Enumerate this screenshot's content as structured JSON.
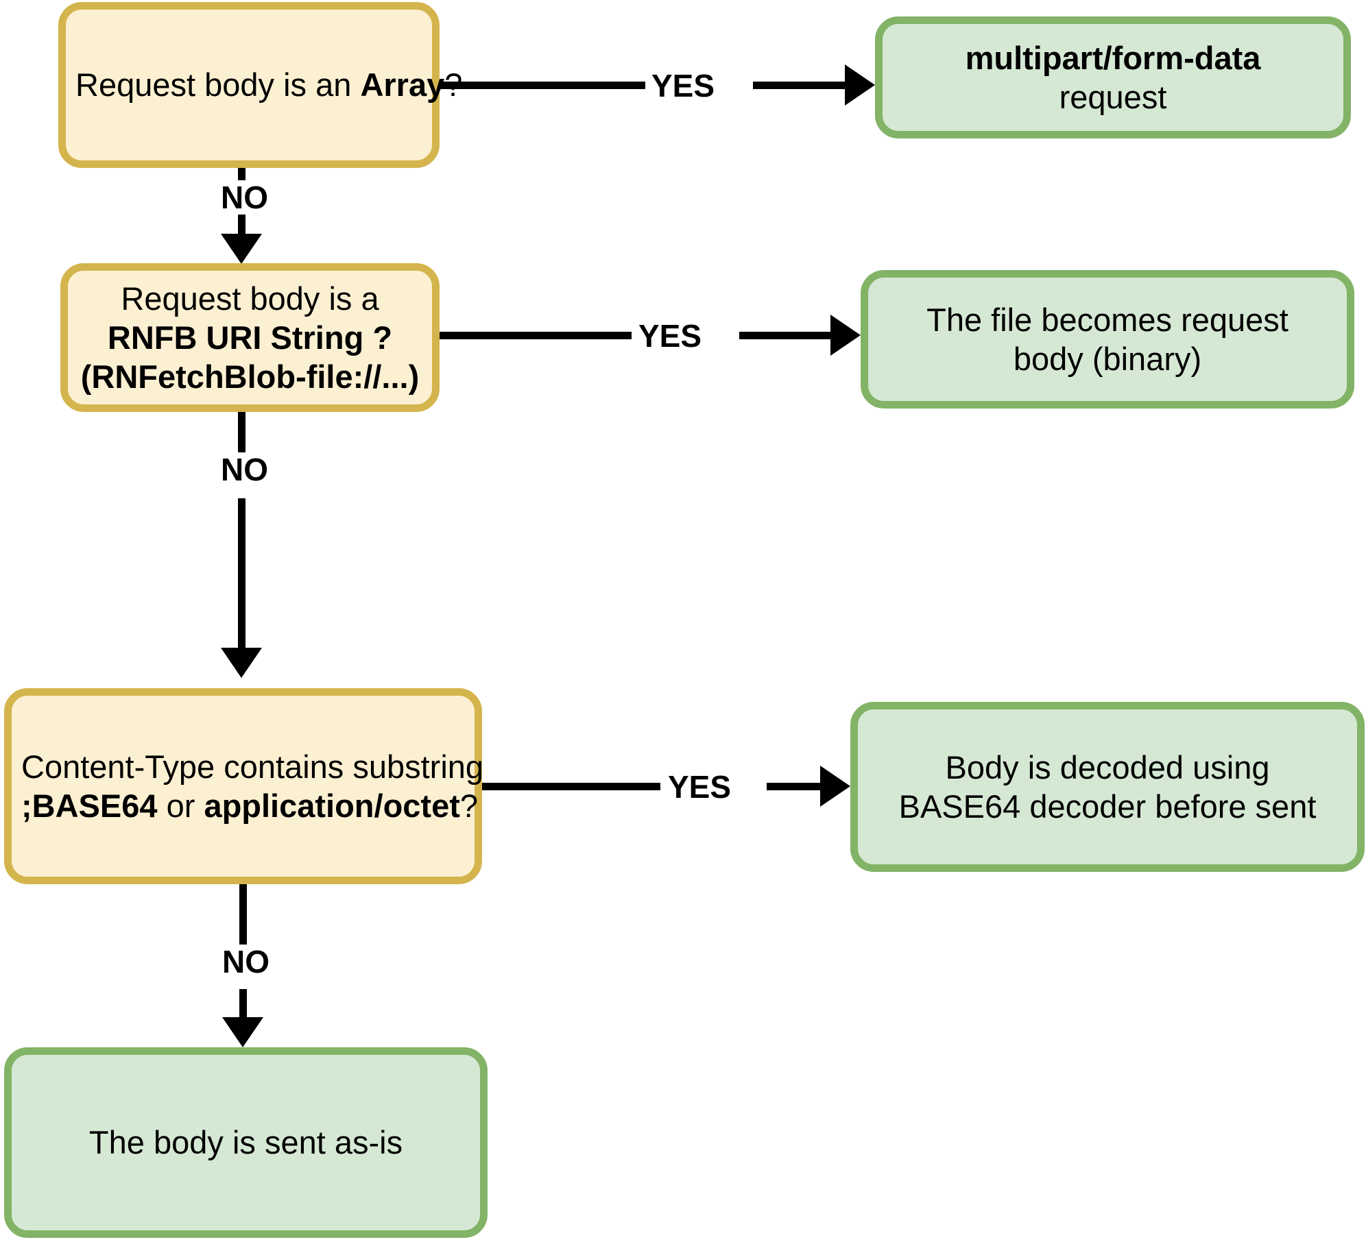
{
  "diagram": {
    "title": "Request body handling decision flow",
    "colors": {
      "decision_fill": "#FCF0D2",
      "decision_border": "#D4B44C",
      "outcome_fill": "#D5E8D4",
      "outcome_border": "#82B366",
      "connector": "#000000",
      "text": "#000000",
      "background": "#FFFFFF"
    },
    "nodes": {
      "array": {
        "type": "decision",
        "lines": [
          {
            "plain": "Request body is an ",
            "bold": "Array",
            "tail": "?"
          }
        ],
        "text": "Request body is an Array?"
      },
      "multipart": {
        "type": "outcome",
        "line1": "multipart/form-data",
        "line2": "request",
        "text": "multipart/form-data request"
      },
      "rnfb": {
        "type": "decision",
        "line1": "Request body is a",
        "line2": "RNFB URI String ?",
        "line3": "(RNFetchBlob-file://...)",
        "text": "Request body is a RNFB URI String ? (RNFetchBlob-file://...)"
      },
      "filebody": {
        "type": "outcome",
        "line1": "The file becomes request",
        "line2": "body (binary)",
        "text": "The file becomes request body (binary)"
      },
      "contenttype": {
        "type": "decision",
        "line1": "Content-Type contains substring",
        "line2_bold_a": ";BASE64",
        "line2_mid": " or ",
        "line2_bold_b": "application/octet",
        "line2_tail": "?",
        "text": "Content-Type contains substring ;BASE64 or application/octet?"
      },
      "base64": {
        "type": "outcome",
        "line1": "Body is decoded using",
        "line2": "BASE64 decoder before sent",
        "text": "Body is decoded using BASE64 decoder before sent"
      },
      "asis": {
        "type": "outcome",
        "line1": "The body is sent as-is",
        "text": "The body is sent as-is"
      }
    },
    "edges": {
      "array_yes": {
        "label": "YES",
        "from": "array",
        "to": "multipart"
      },
      "array_no": {
        "label": "NO",
        "from": "array",
        "to": "rnfb"
      },
      "rnfb_yes": {
        "label": "YES",
        "from": "rnfb",
        "to": "filebody"
      },
      "rnfb_no": {
        "label": "NO",
        "from": "rnfb",
        "to": "contenttype"
      },
      "ct_yes": {
        "label": "YES",
        "from": "contenttype",
        "to": "base64"
      },
      "ct_no": {
        "label": "NO",
        "from": "contenttype",
        "to": "asis"
      }
    }
  }
}
